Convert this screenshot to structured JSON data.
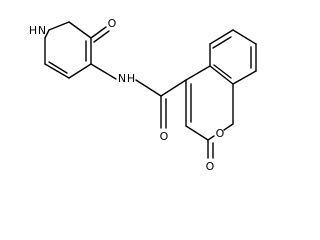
{
  "molecule": {
    "atoms": {
      "pyridone_nh": "H",
      "pyridone_n": "N",
      "pyridone_o": "O",
      "amide_n": "N",
      "amide_h": "H",
      "amide_o": "O",
      "ring_o": "O",
      "lactone_o": "O"
    }
  }
}
